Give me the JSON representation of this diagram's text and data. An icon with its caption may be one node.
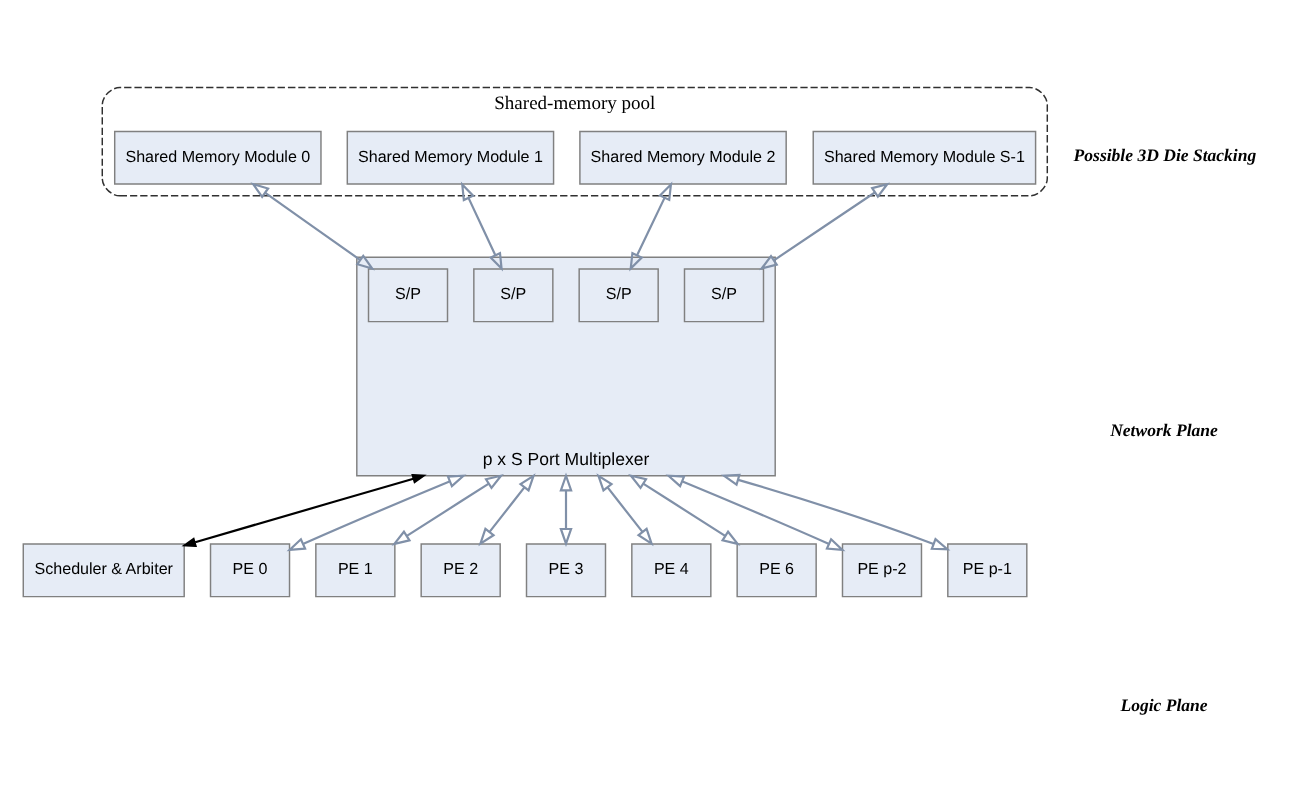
{
  "diagram": {
    "nodes": [
      {
        "text": [
          "Shared-memory pool"
        ]
      },
      {
        "text": [
          "Shared Memory Module 0"
        ],
        "in": 0
      },
      {
        "text": [
          "Shared Memory Module 1"
        ],
        "in": 0
      },
      {
        "text": [
          "Shared Memory Module 2"
        ],
        "in": 0
      },
      {
        "text": [
          "Shared Memory Module S-1"
        ],
        "in": 0
      },
      {
        "text": [
          "p x S Port Multiplexer"
        ]
      },
      {
        "text": [
          "S/P"
        ],
        "in": 5
      },
      {
        "text": [
          "S/P"
        ],
        "in": 5
      },
      {
        "text": [
          "S/P"
        ],
        "in": 5
      },
      {
        "text": [
          "S/P"
        ],
        "in": 5
      },
      {
        "text": [
          "Scheduler & Arbiter"
        ]
      },
      {
        "text": [
          "PE 0"
        ]
      },
      {
        "text": [
          "PE 1"
        ]
      },
      {
        "text": [
          "PE 2"
        ]
      },
      {
        "text": [
          "PE 3"
        ]
      },
      {
        "text": [
          "PE 4"
        ]
      },
      {
        "text": [
          "PE 6"
        ]
      },
      {
        "text": [
          "PE p-2"
        ]
      },
      {
        "text": [
          "PE p-1"
        ]
      }
    ],
    "edges": [
      {
        "from": 1,
        "to": 6,
        "arrow": "both"
      },
      {
        "from": 2,
        "to": 7,
        "arrow": "both"
      },
      {
        "from": 3,
        "to": 8,
        "arrow": "both"
      },
      {
        "from": 4,
        "to": 9,
        "arrow": "both"
      },
      {
        "from": 10,
        "to": 5,
        "arrow": "both",
        "color": "#000000"
      },
      {
        "from": 5,
        "to": 11,
        "arrow": "both"
      },
      {
        "from": 5,
        "to": 12,
        "arrow": "both"
      },
      {
        "from": 5,
        "to": 13,
        "arrow": "both"
      },
      {
        "from": 5,
        "to": 14,
        "arrow": "both"
      },
      {
        "from": 5,
        "to": 15,
        "arrow": "both"
      },
      {
        "from": 5,
        "to": 16,
        "arrow": "both"
      },
      {
        "from": 5,
        "to": 17,
        "arrow": "both"
      },
      {
        "from": 5,
        "to": 18,
        "arrow": "both"
      }
    ],
    "labels": [
      "Possible 3D Die Stacking",
      "Network Plane",
      "Logic Plane"
    ]
  }
}
